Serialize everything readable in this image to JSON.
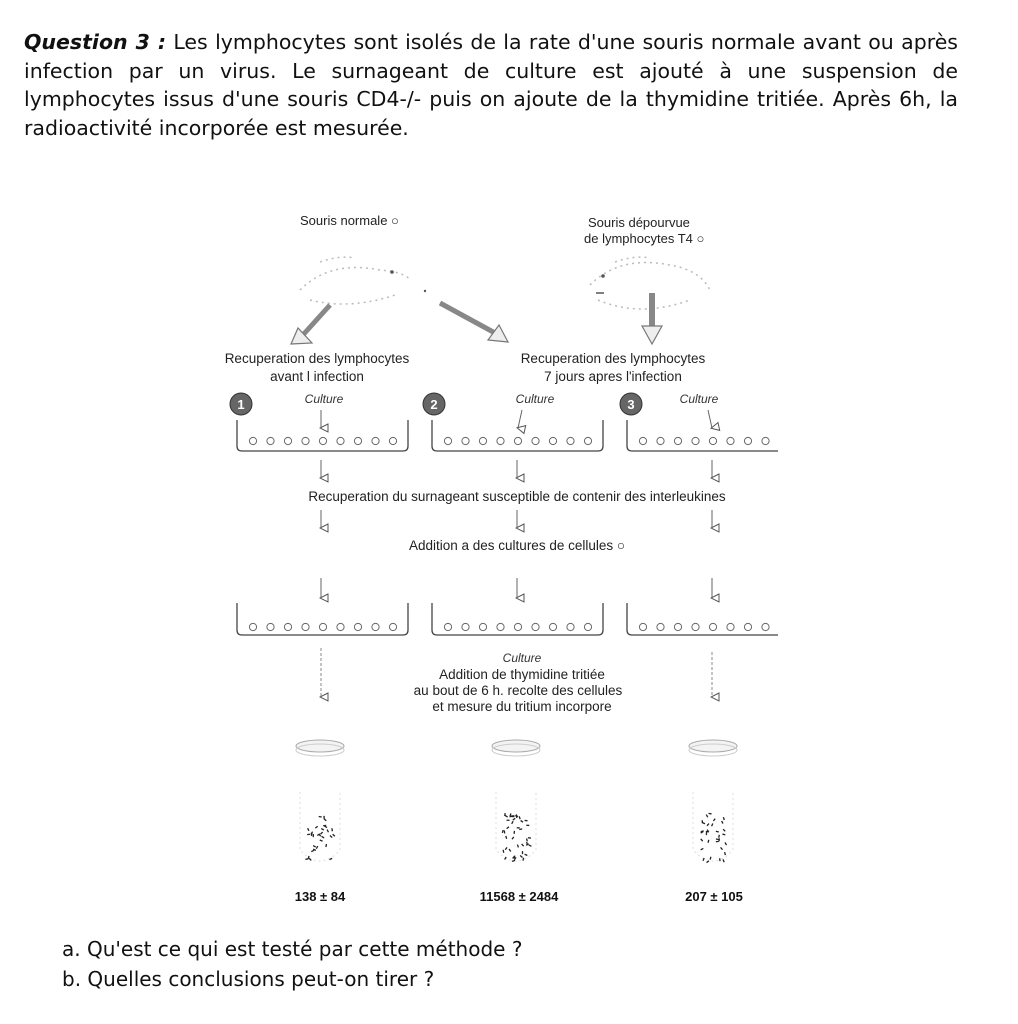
{
  "question": {
    "label": "Question 3 :",
    "text": "Les lymphocytes sont isolés de la rate d'une souris normale avant ou après infection par un virus. Le surnageant de culture est ajouté à une suspension de lymphocytes issus d'une souris CD4-/- puis on ajoute de la thymidine tritiée. Après 6h, la radioactivité incorporée est mesurée."
  },
  "diagram": {
    "mouse_normal": "Souris normale ○",
    "mouse_deficient_line1": "Souris dépourvue",
    "mouse_deficient_line2": "de lymphocytes T4 ○",
    "recovery_before_line1": "Recuperation des lymphocytes",
    "recovery_before_line2": "avant l infection",
    "recovery_after_line1": "Recuperation des lymphocytes",
    "recovery_after_line2": "7 jours apres l'infection",
    "culture": "Culture",
    "markers": [
      "1",
      "2",
      "3"
    ],
    "supernatant": "Recuperation du surnageant susceptible de contenir des interleukines",
    "addition_cells": "Addition a des cultures de cellules ○",
    "addition_thymidine_line1": "Addition de thymidine tritiée",
    "addition_thymidine_line2": "au bout de 6 h. recolte des cellules",
    "addition_thymidine_line3": "et mesure du tritium incorpore",
    "results": [
      "138 ± 84",
      "11568 ± 2484",
      "207 ± 105"
    ]
  },
  "sub_questions": [
    "a.  Qu'est ce qui est testé par cette méthode ?",
    "b.  Quelles conclusions peut-on tirer ?"
  ]
}
